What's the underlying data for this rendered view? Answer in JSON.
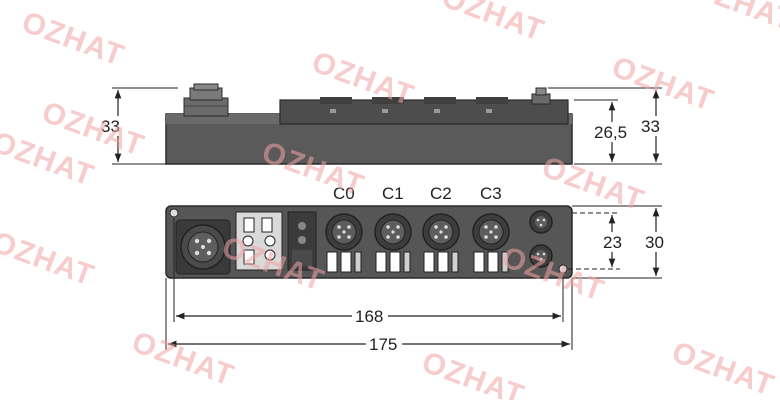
{
  "dimensions": {
    "side_height_left": "33",
    "side_height_right": "33",
    "side_height_inner": "26,5",
    "front_height_inner": "23",
    "front_height_outer": "30",
    "hole_spacing": "168",
    "overall_length": "175"
  },
  "connectors": [
    {
      "label": "C0"
    },
    {
      "label": "C1"
    },
    {
      "label": "C2"
    },
    {
      "label": "C3"
    }
  ],
  "watermark": {
    "text": "OZHAT",
    "color": "#f2a3a3"
  },
  "colors": {
    "housing": "#555555",
    "housing_dark": "#3a3a3a",
    "line": "#222222"
  }
}
